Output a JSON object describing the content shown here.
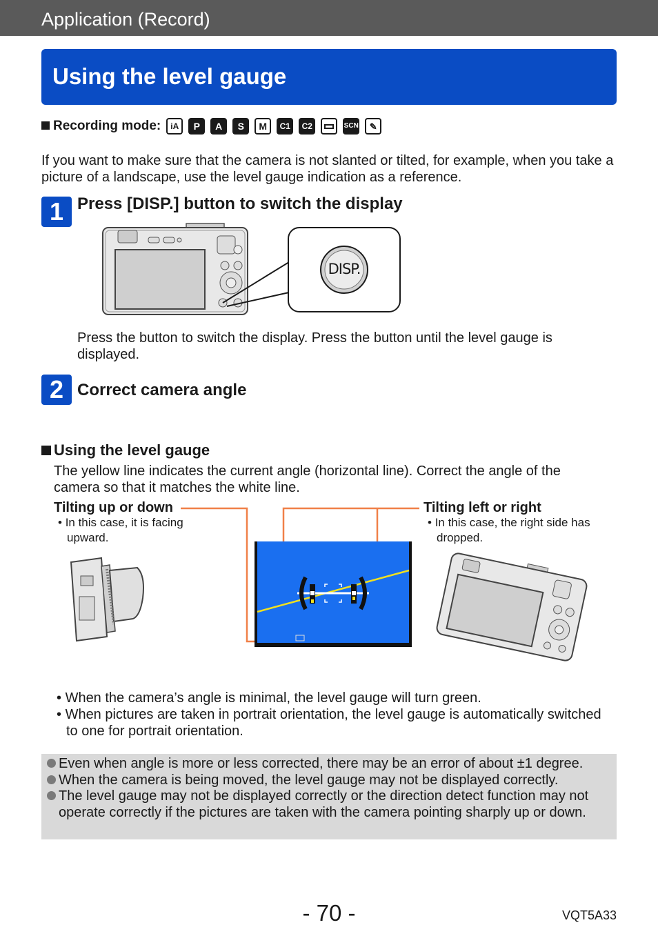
{
  "header": {
    "section": "Application (Record)"
  },
  "title": "Using the level gauge",
  "recording_mode": {
    "label": "Recording mode:",
    "icons": [
      "iA",
      "P",
      "A",
      "S",
      "M",
      "C1",
      "C2",
      "panorama",
      "SCN",
      "creative-control"
    ]
  },
  "intro": "If you want to make sure that the camera is not slanted or tilted, for example, when you take a picture of a landscape, use the level gauge indication as a reference.",
  "step1": {
    "number": "1",
    "heading": "Press [DISP.] button to switch the display",
    "button_label": "DISP.",
    "description": "Press the button to switch the display. Press the button until the level gauge is displayed."
  },
  "step2": {
    "number": "2",
    "heading": "Correct camera angle"
  },
  "level_gauge": {
    "heading": "Using the level gauge",
    "description": "The yellow line indicates the current angle (horizontal line). Correct the angle of the camera so that it matches the white line.",
    "tilt_up_down": {
      "label": "Tilting up or down",
      "note": "In this case, it is facing upward."
    },
    "tilt_left_right": {
      "label": "Tilting left or right",
      "note": "In this case, the right side has dropped."
    }
  },
  "bullets": [
    "When the camera’s angle is minimal, the level gauge will turn green.",
    "When pictures are taken in portrait orientation, the level gauge is automatically switched to one for portrait orientation."
  ],
  "notes": [
    "Even when angle is more or less corrected, there may be an error of about ±1 degree.",
    "When the camera is being moved, the level gauge may not be displayed correctly.",
    "The level gauge may not be displayed correctly or the direction detect function may not operate correctly if the pictures are taken with the camera pointing sharply up or down."
  ],
  "footer": {
    "page": "- 70 -",
    "code": "VQT5A33"
  },
  "colors": {
    "header_bg": "#5a5a5a",
    "title_bg": "#0a4cc4",
    "callout_line": "#f08048",
    "screen_blue": "#1a6ff0",
    "level_yellow": "#f0e020",
    "note_bg": "#d9d9d9"
  }
}
